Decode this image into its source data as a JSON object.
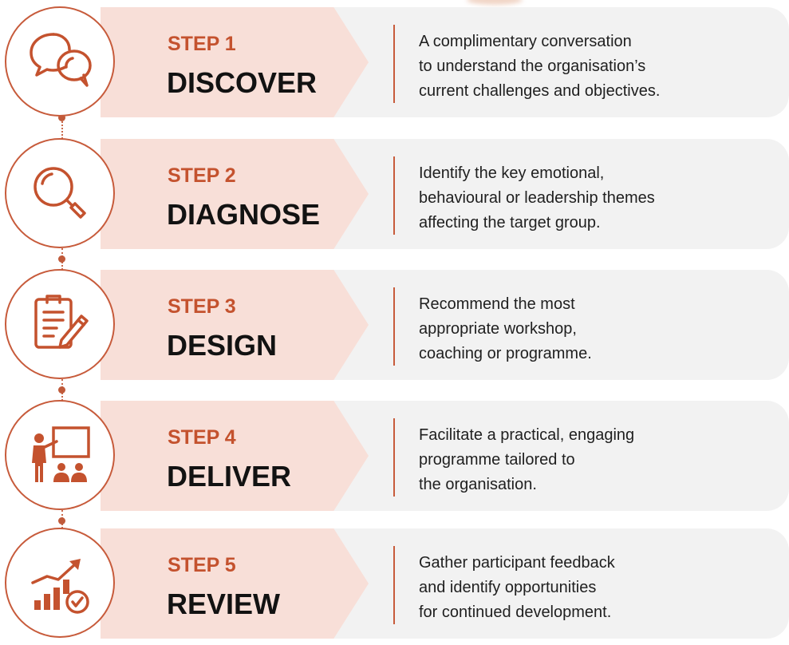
{
  "steps": [
    {
      "label": "STEP 1",
      "name": "DISCOVER",
      "icon": "speech-bubbles-icon",
      "description_lines": [
        "A complimentary conversation",
        "to understand the organisation’s",
        "current challenges and objectives."
      ]
    },
    {
      "label": "STEP 2",
      "name": "DIAGNOSE",
      "icon": "magnifying-glass-icon",
      "description_lines": [
        "Identify the key emotional,",
        "behavioural or leadership themes",
        "affecting the target group."
      ]
    },
    {
      "label": "STEP 3",
      "name": "DESIGN",
      "icon": "clipboard-pencil-icon",
      "description_lines": [
        "Recommend the most",
        "appropriate workshop,",
        "coaching or programme."
      ]
    },
    {
      "label": "STEP 4",
      "name": "DELIVER",
      "icon": "presentation-audience-icon",
      "description_lines": [
        "Facilitate a practical, engaging",
        "programme tailored to",
        "the organisation."
      ]
    },
    {
      "label": "STEP 5",
      "name": "REVIEW",
      "icon": "growth-chart-check-icon",
      "description_lines": [
        "Gather participant feedback",
        "and identify opportunities",
        "for continued development."
      ]
    }
  ],
  "colors": {
    "accent": "#c4522e",
    "step_band": "#f8dfd8",
    "card": "#f2f2f2",
    "heading": "#121212",
    "text": "#1f1f1f"
  }
}
